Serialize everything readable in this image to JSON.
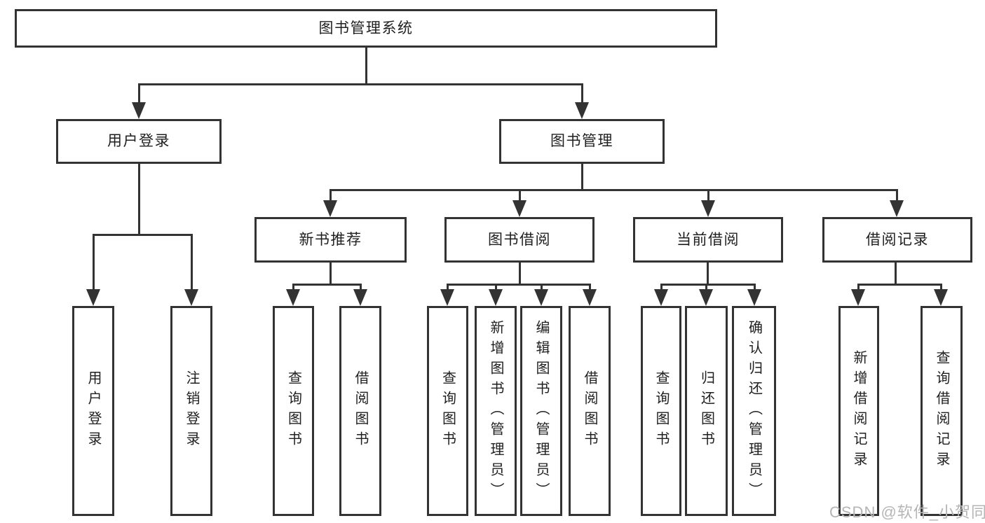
{
  "diagram": {
    "type": "tree",
    "title": "图书管理系统",
    "nodes": [
      {
        "id": "root",
        "label": "图书管理系统",
        "parent": null
      },
      {
        "id": "user-login",
        "label": "用户登录",
        "parent": "root"
      },
      {
        "id": "book-management",
        "label": "图书管理",
        "parent": "root"
      },
      {
        "id": "new-book-recommend",
        "label": "新书推荐",
        "parent": "book-management"
      },
      {
        "id": "book-borrowing",
        "label": "图书借阅",
        "parent": "book-management"
      },
      {
        "id": "current-borrowing",
        "label": "当前借阅",
        "parent": "book-management"
      },
      {
        "id": "borrowing-records",
        "label": "借阅记录",
        "parent": "book-management"
      },
      {
        "id": "leaf-user-login",
        "label": "用户登录",
        "parent": "user-login"
      },
      {
        "id": "leaf-logout",
        "label": "注销登录",
        "parent": "user-login"
      },
      {
        "id": "leaf-nr-query-books",
        "label": "查询图书",
        "parent": "new-book-recommend"
      },
      {
        "id": "leaf-nr-borrow-books",
        "label": "借阅图书",
        "parent": "new-book-recommend"
      },
      {
        "id": "leaf-bb-query-books",
        "label": "查询图书",
        "parent": "book-borrowing"
      },
      {
        "id": "leaf-bb-add-books",
        "label": "新增图书（管理员）",
        "parent": "book-borrowing"
      },
      {
        "id": "leaf-bb-edit-books",
        "label": "编辑图书（管理员）",
        "parent": "book-borrowing"
      },
      {
        "id": "leaf-bb-borrow-books",
        "label": "借阅图书",
        "parent": "book-borrowing"
      },
      {
        "id": "leaf-cb-query-books",
        "label": "查询图书",
        "parent": "current-borrowing"
      },
      {
        "id": "leaf-cb-return-books",
        "label": "归还图书",
        "parent": "current-borrowing"
      },
      {
        "id": "leaf-cb-confirm-return",
        "label": "确认归还（管理员）",
        "parent": "current-borrowing"
      },
      {
        "id": "leaf-br-add-record",
        "label": "新增借阅记录",
        "parent": "borrowing-records"
      },
      {
        "id": "leaf-br-query-record",
        "label": "查询借阅记录",
        "parent": "borrowing-records"
      }
    ]
  },
  "watermark": {
    "text": "CSDN @软件_小贺同学"
  },
  "colors": {
    "line": "#333333",
    "text": "#1f1f1f",
    "box_background": "#ffffff",
    "page_background": "#ffffff",
    "watermark": "#b5b5b5"
  }
}
